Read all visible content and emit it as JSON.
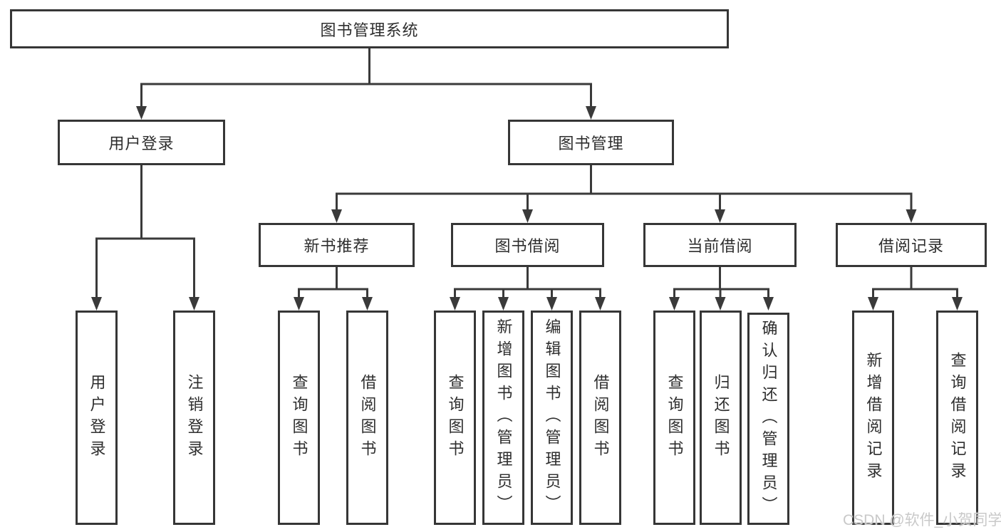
{
  "diagram": {
    "root": {
      "label": "图书管理系统"
    },
    "level2": [
      {
        "label": "用户登录"
      },
      {
        "label": "图书管理"
      }
    ],
    "level3": [
      {
        "label": "新书推荐"
      },
      {
        "label": "图书借阅"
      },
      {
        "label": "当前借阅"
      },
      {
        "label": "借阅记录"
      }
    ],
    "leaves": {
      "user_login": [
        "用户登录",
        "注销登录"
      ],
      "new_book": [
        "查询图书",
        "借阅图书"
      ],
      "book_borrow": [
        "查询图书",
        "新增图书（管理员）",
        "编辑图书（管理员）",
        "借阅图书"
      ],
      "current_borrow": [
        "查询图书",
        "归还图书",
        "确认归还（管理员）"
      ],
      "borrow_record": [
        "新增借阅记录",
        "查询借阅记录"
      ]
    },
    "watermark": "CSDN @软件_小贺同学",
    "colors": {
      "line": "#3a3a3a",
      "border": "#363636",
      "text": "#2e2e2e",
      "watermark": "#c9c9c9",
      "background": "#ffffff"
    }
  }
}
